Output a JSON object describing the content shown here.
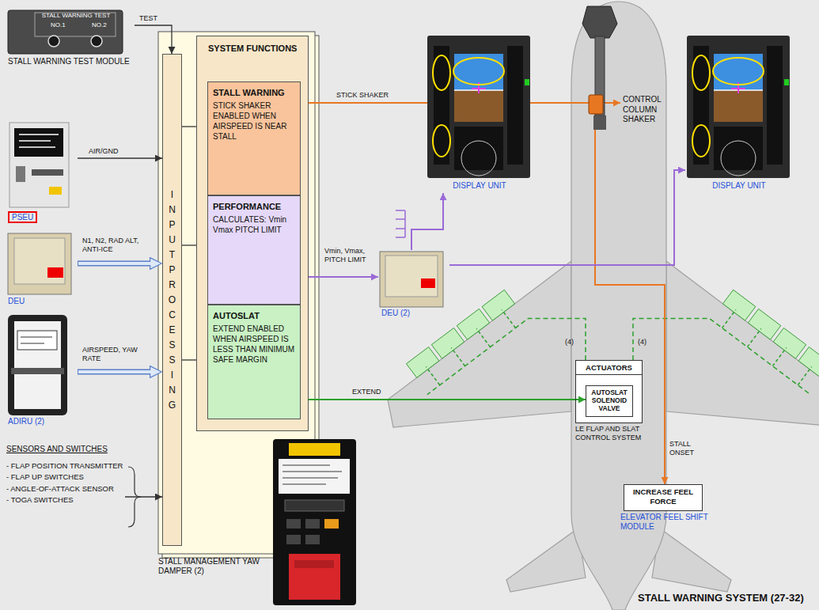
{
  "diagram": {
    "caption": "STALL WARNING SYSTEM (27-32)",
    "nodes": [
      {
        "text": [
          "STALL WARNING TEST",
          "NO.1",
          "NO.2",
          "STALL WARNING TEST MODULE"
        ]
      },
      {
        "text": [
          "PSEU"
        ]
      },
      {
        "text": [
          "DEU"
        ]
      },
      {
        "text": [
          "ADIRU (2)"
        ]
      },
      {
        "text": [
          "SENSORS AND SWITCHES",
          "- FLAP POSITION TRANSMITTER",
          "- FLAP UP SWITCHES",
          "- ANGLE-OF-ATTACK SENSOR",
          "- TOGA SWITCHES"
        ]
      },
      {
        "text": [
          "STALL MANAGEMENT YAW DAMPER (2)"
        ]
      },
      {
        "text": [
          "INPUT PROCESSING"
        ],
        "in": 5
      },
      {
        "text": [
          "SYSTEM FUNCTIONS"
        ],
        "in": 5
      },
      {
        "text": [
          "STALL WARNING",
          "STICK SHAKER ENABLED WHEN AIRSPEED IS NEAR STALL"
        ],
        "in": 7
      },
      {
        "text": [
          "PERFORMANCE",
          "CALCULATES: Vmin Vmax PITCH LIMIT"
        ],
        "in": 7
      },
      {
        "text": [
          "AUTOSLAT",
          "EXTEND ENABLED WHEN AIRSPEED IS LESS THAN MINIMUM SAFE MARGIN"
        ],
        "in": 7
      },
      {
        "text": [
          "CONTROL COLUMN SHAKER"
        ]
      },
      {
        "text": [
          "DEU (2)"
        ]
      },
      {
        "text": [
          "DISPLAY UNIT"
        ]
      },
      {
        "text": [
          "DISPLAY UNIT"
        ]
      },
      {
        "text": [
          "ACTUATORS",
          "LE FLAP AND SLAT CONTROL SYSTEM"
        ]
      },
      {
        "text": [
          "AUTOSLAT SOLENOID VALVE"
        ],
        "in": 15
      },
      {
        "text": [
          "INCREASE FEEL FORCE",
          "ELEVATOR FEEL SHIFT MODULE"
        ]
      }
    ],
    "edges": [
      {
        "from": 0,
        "to": 6,
        "arrow": "to",
        "label": "TEST"
      },
      {
        "from": 1,
        "to": 6,
        "arrow": "to",
        "label": "AIR/GND"
      },
      {
        "from": 2,
        "to": 6,
        "arrow": "to",
        "label": "N1, N2, RAD ALT, ANTI-ICE"
      },
      {
        "from": 3,
        "to": 6,
        "arrow": "to",
        "label": "AIRSPEED, YAW RATE"
      },
      {
        "from": 4,
        "to": 6,
        "arrow": "to"
      },
      {
        "from": 6,
        "to": 8,
        "arrow": "to"
      },
      {
        "from": 6,
        "to": 9,
        "arrow": "to"
      },
      {
        "from": 6,
        "to": 10,
        "arrow": "to"
      },
      {
        "from": 8,
        "to": 11,
        "arrow": "to",
        "label": "STICK SHAKER"
      },
      {
        "from": 8,
        "to": 17,
        "arrow": "to",
        "label": "STALL ONSET"
      },
      {
        "from": 9,
        "to": 12,
        "arrow": "to",
        "label": "Vmin, Vmax, PITCH LIMIT"
      },
      {
        "from": 12,
        "to": 13,
        "arrow": "to"
      },
      {
        "from": 12,
        "to": 14,
        "arrow": "to"
      },
      {
        "from": 10,
        "to": 16,
        "arrow": "to",
        "label": "EXTEND"
      }
    ],
    "labels": [
      "(4)",
      "(4)"
    ]
  }
}
